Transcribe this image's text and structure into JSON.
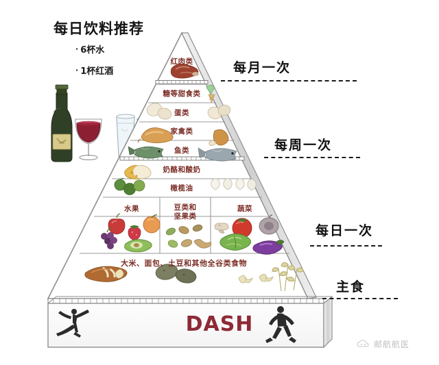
{
  "beverage": {
    "title": "每日饮料推荐",
    "items": [
      "6杯水",
      "1杯红酒"
    ],
    "bullet": "·",
    "icons": [
      "wine-bottle-icon",
      "wine-glass-icon",
      "water-glass-icon",
      "water-glass-icon"
    ]
  },
  "pyramid": {
    "tiers": [
      {
        "label": "红肉类",
        "icons": [
          "red-meat-icon"
        ]
      },
      {
        "label": "糖等甜食类",
        "icons": [
          "ice-cream-cone-icon"
        ]
      },
      {
        "label": "蛋类",
        "icons": [
          "egg-icon",
          "egg-icon"
        ]
      },
      {
        "label": "家禽类",
        "icons": [
          "roast-chicken-icon",
          "chicken-drumstick-icon"
        ]
      },
      {
        "label": "鱼类",
        "icons": [
          "fish-icon",
          "fish-icon"
        ]
      },
      {
        "label": "奶酪和酸奶",
        "icons": [
          "cheese-icon"
        ]
      },
      {
        "label": "橄榄油",
        "icons": [
          "olive-icon",
          "garlic-icon"
        ]
      }
    ],
    "columns": [
      {
        "label": "水果",
        "icons": [
          "apple-icon",
          "strawberry-icon",
          "peach-icon",
          "grapes-icon",
          "avocado-icon"
        ]
      },
      {
        "label": "豆类和\n坚果类",
        "label_line1": "豆类和",
        "label_line2": "坚果类",
        "icons": [
          "bean-icon",
          "nut-icon",
          "peanut-icon"
        ]
      },
      {
        "label": "蔬菜",
        "icons": [
          "mushroom-icon",
          "tomato-icon",
          "artichoke-icon",
          "cabbage-icon",
          "eggplant-icon"
        ]
      }
    ],
    "grain_row": {
      "label": "大米、面包、土豆和其他全谷类食物",
      "icons": [
        "bread-loaf-icon",
        "potato-icon",
        "pasta-icon",
        "pasta-icon",
        "wheat-icon"
      ]
    }
  },
  "callouts": [
    {
      "text": "每月一次",
      "name": "callout-monthly"
    },
    {
      "text": "每周一次",
      "name": "callout-weekly"
    },
    {
      "text": "每日一次",
      "name": "callout-daily"
    },
    {
      "text": "主食",
      "name": "callout-staple"
    }
  ],
  "base": {
    "title": "DASH",
    "icons": [
      "dancer-figure-icon",
      "walking-figure-icon"
    ]
  },
  "watermark": {
    "text": "邮航航医",
    "icon": "cloud-face-icon"
  },
  "colors": {
    "label_maroon": "#7b2d26",
    "dash_red": "#8d2a36",
    "pyramid_line": "#8f8f8f",
    "background": "#ffffff"
  }
}
